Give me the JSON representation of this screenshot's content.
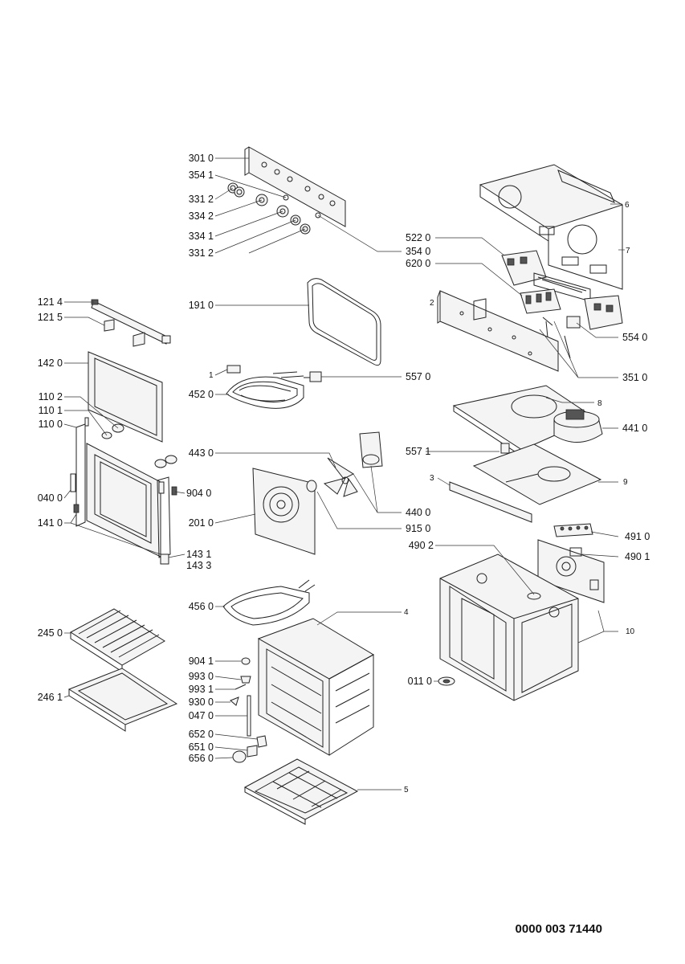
{
  "doc_number": "0000 003 71440",
  "labels": {
    "l3010": "301 0",
    "l3541": "354 1",
    "l3312a": "331 2",
    "l3342": "334 2",
    "l3341": "334 1",
    "l3312b": "331 2",
    "l5220": "522 0",
    "l3540": "354 0",
    "l6200": "620 0",
    "l6": "6",
    "l7": "7",
    "l2": "2",
    "l5540": "554 0",
    "l3510": "351 0",
    "l1214": "121 4",
    "l1215": "121 5",
    "l1910": "191 0",
    "l1420": "142 0",
    "l1": "1",
    "l5570": "557 0",
    "l4520": "452 0",
    "l1102": "110 2",
    "l1101": "110 1",
    "l1100": "110 0",
    "l8": "8",
    "l4410": "441 0",
    "l5571": "557 1",
    "l4430": "443 0",
    "l9040": "904 0",
    "l0400": "040 0",
    "l3": "3",
    "l9": "9",
    "l4400": "440 0",
    "l1410": "141 0",
    "l2010": "201 0",
    "l9150": "915 0",
    "l4910": "491 0",
    "l1431": "143 1",
    "l1433": "143 3",
    "l4902": "490 2",
    "l4901": "490 1",
    "l4560": "456 0",
    "l4": "4",
    "l2450": "245 0",
    "l10": "10",
    "l9041": "904 1",
    "l9930": "993 0",
    "l9931": "993 1",
    "l0110": "011 0",
    "l2461": "246 1",
    "l9300": "930 0",
    "l0470": "047 0",
    "l6520": "652 0",
    "l6510": "651 0",
    "l6560": "656 0",
    "l5": "5"
  }
}
